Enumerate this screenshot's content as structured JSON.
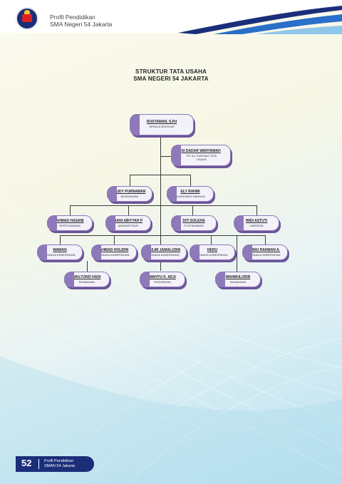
{
  "header": {
    "line1": "Profil Pendidikan",
    "line2": "SMA Negeri 54 Jakarta"
  },
  "title": {
    "line1": "STRUKTUR TATA USAHA",
    "line2": "SMA NEGERI 54 JAKARTA"
  },
  "chart": {
    "head": {
      "name": "RUSTAMAN, S.Pd",
      "position": "KEPALA SEKOLAH"
    },
    "deputy": {
      "name": "AI DADAR WARYAMAH",
      "position": "Plt. Ka. SUB BAG TATA USAHA"
    },
    "finance": {
      "name": "RUDY PURNAWAN",
      "position": "BENDAHARA"
    },
    "inventory": {
      "name": "ELY RAHMI",
      "position": "INVENTARIS BARANG"
    },
    "staff": [
      {
        "name": "AHMAD HASANI",
        "position": "KEPEGAWAIAN"
      },
      {
        "name": "BANI ABIYYAH P",
        "position": "ADMINISTRASI"
      },
      {
        "name": "SITI SOLEHA",
        "position": "PUSTAKAWAN"
      },
      {
        "name": "WIDI ASTUTI",
        "position": "LABORAN"
      }
    ],
    "support": [
      {
        "name": "WAWAN",
        "position": "TENAGA KEBERSIHAN"
      },
      {
        "name": "AHMAD HOLIDIN",
        "position": "TENAGA KEBERSIHAN"
      },
      {
        "name": "YULIM JAMALUDIN",
        "position": "TENAGA KEBERSIHAN"
      },
      {
        "name": "HERU",
        "position": "TENAGA KEBERSIHAN"
      },
      {
        "name": "IBNU RAHMAN A.",
        "position": "TENAGA KEBERSIHAN"
      }
    ],
    "bottom": [
      {
        "name": "MULYONO HADI",
        "position": "KEAMANAN"
      },
      {
        "name": "WAHYU K. ADJI",
        "position": "PESURATAN"
      },
      {
        "name": "MAHMULUDIN",
        "position": "KEAMANAN"
      }
    ]
  },
  "footer": {
    "page": "52",
    "line1": "Profil Pendidikan",
    "line2": "SMAN 54 Jakarta"
  },
  "colors": {
    "navy": "#1a2e7a",
    "box_accent": "#8e7ab8",
    "box_shadow": "#6b5598"
  }
}
